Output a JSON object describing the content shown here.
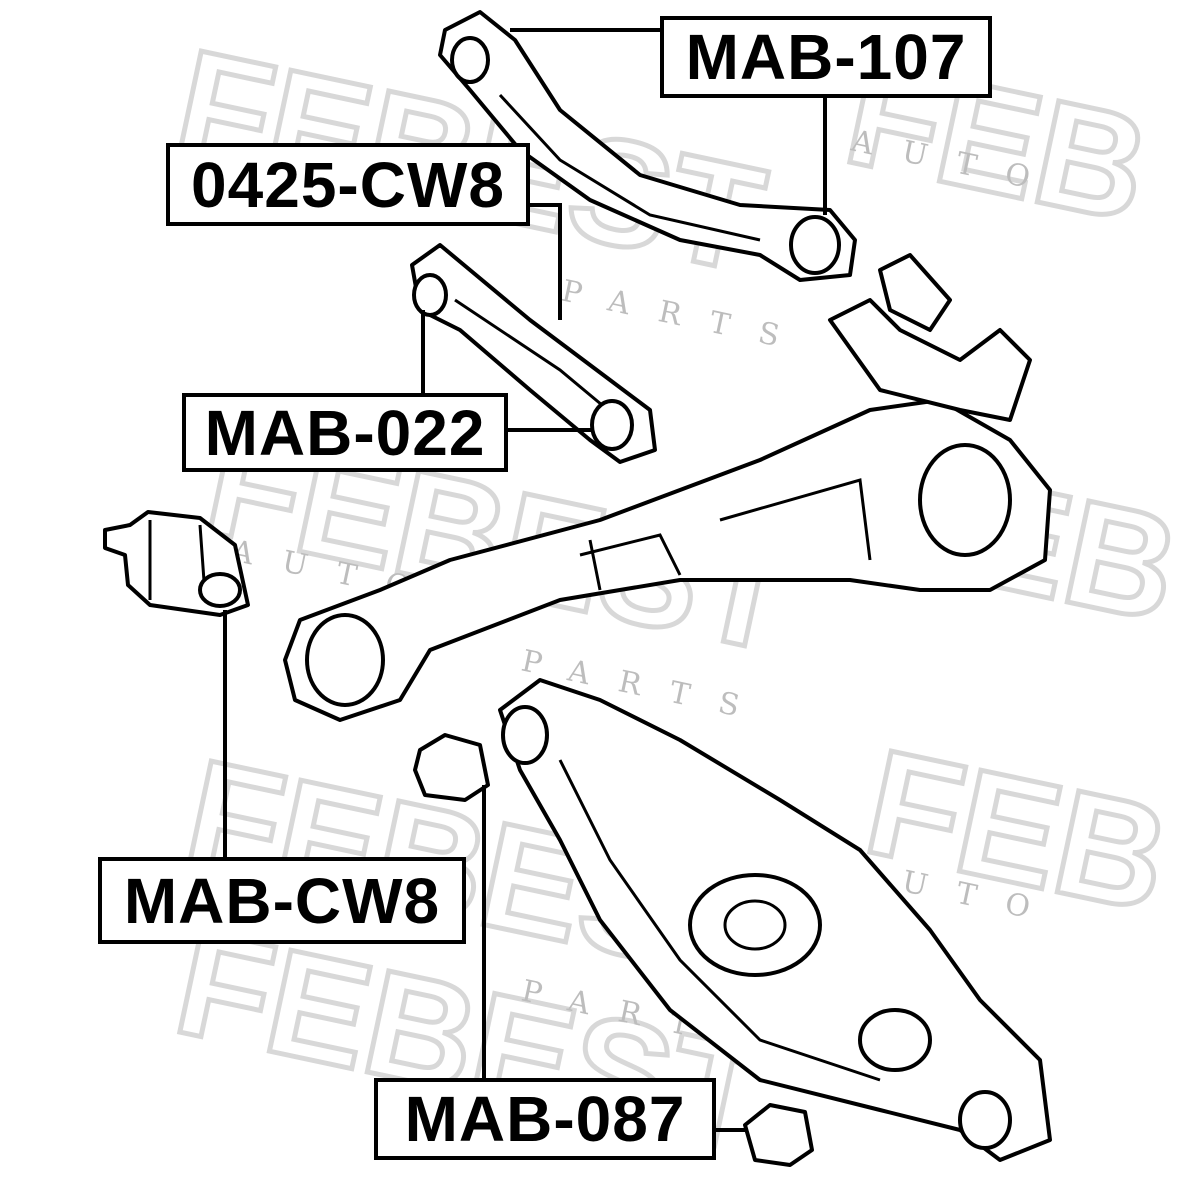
{
  "diagram": {
    "watermark": {
      "brand": "FEBEST",
      "tagline": "AUTO PARTS"
    },
    "labels": {
      "mab_107": "MAB-107",
      "cw8_0425": "0425-CW8",
      "mab_022": "MAB-022",
      "mab_cw8": "MAB-CW8",
      "mab_087": "MAB-087"
    }
  }
}
